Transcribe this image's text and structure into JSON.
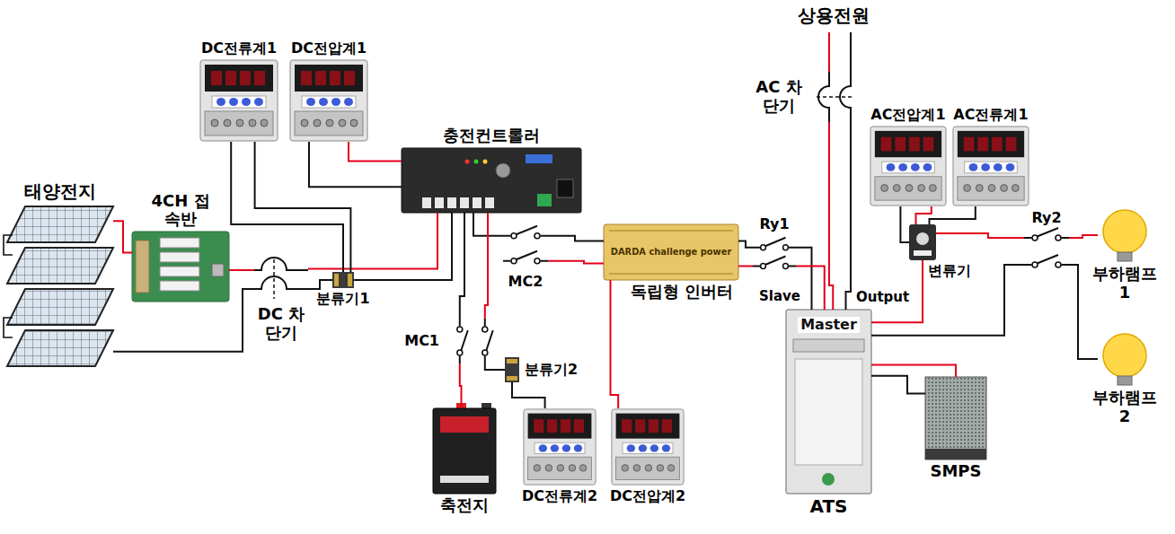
{
  "diagram": {
    "nodes": [
      {
        "text": [
          "태양전지"
        ]
      },
      {
        "text": [
          "4CH 접속반"
        ]
      },
      {
        "text": [
          "DC 차단기"
        ]
      },
      {
        "text": [
          "분류기1"
        ]
      },
      {
        "text": [
          "DC전류계1"
        ]
      },
      {
        "text": [
          "DC전압계1"
        ]
      },
      {
        "text": [
          "충전컨트롤러"
        ]
      },
      {
        "text": [
          "MC2"
        ]
      },
      {
        "text": [
          "MC1"
        ]
      },
      {
        "text": [
          "분류기2"
        ]
      },
      {
        "text": [
          "축전지"
        ]
      },
      {
        "text": [
          "DC전류계2"
        ]
      },
      {
        "text": [
          "DC전압계2"
        ]
      },
      {
        "text": [
          "독립형 인버터",
          "DARDA challenge power"
        ]
      },
      {
        "text": [
          "Ry1"
        ]
      },
      {
        "text": [
          "AC 차단기"
        ]
      },
      {
        "text": [
          "Master",
          "ATS"
        ]
      },
      {
        "text": [
          "AC전압계1"
        ]
      },
      {
        "text": [
          "AC전류계1"
        ]
      },
      {
        "text": [
          "변류기"
        ]
      },
      {
        "text": [
          "Ry2"
        ]
      },
      {
        "text": [
          "SMPS"
        ]
      },
      {
        "text": [
          "부하램프 1"
        ]
      },
      {
        "text": [
          "부하램프 2"
        ]
      }
    ],
    "edges": [
      {
        "from": 0,
        "to": 1,
        "arrow": "none"
      },
      {
        "from": 0,
        "to": 2,
        "arrow": "none"
      },
      {
        "from": 1,
        "to": 2,
        "arrow": "none"
      },
      {
        "from": 2,
        "to": 3,
        "arrow": "none"
      },
      {
        "from": 2,
        "to": 6,
        "arrow": "none"
      },
      {
        "from": 3,
        "to": 6,
        "arrow": "none"
      },
      {
        "from": 3,
        "to": 4,
        "arrow": "none"
      },
      {
        "from": 3,
        "to": 4,
        "arrow": "none"
      },
      {
        "from": 5,
        "to": 6,
        "arrow": "none"
      },
      {
        "from": 5,
        "to": 6,
        "arrow": "none"
      },
      {
        "from": 6,
        "to": 7,
        "arrow": "none"
      },
      {
        "from": 6,
        "to": 8,
        "arrow": "none"
      },
      {
        "from": 6,
        "to": 8,
        "arrow": "none"
      },
      {
        "from": 7,
        "to": 13,
        "arrow": "none"
      },
      {
        "from": 7,
        "to": 13,
        "arrow": "none"
      },
      {
        "from": 8,
        "to": 10,
        "arrow": "none"
      },
      {
        "from": 8,
        "to": 9,
        "arrow": "none"
      },
      {
        "from": 9,
        "to": 11,
        "arrow": "none"
      },
      {
        "from": 13,
        "to": 12,
        "arrow": "none"
      },
      {
        "from": 13,
        "to": 14,
        "arrow": "none"
      },
      {
        "from": 13,
        "to": 14,
        "arrow": "none"
      },
      {
        "from": 14,
        "to": 16,
        "arrow": "none"
      },
      {
        "from": 14,
        "to": 16,
        "arrow": "none"
      },
      {
        "from": 15,
        "to": 16,
        "arrow": "none"
      },
      {
        "from": 15,
        "to": 16,
        "arrow": "none"
      },
      {
        "from": 16,
        "to": 19,
        "arrow": "none"
      },
      {
        "from": 16,
        "to": 20,
        "arrow": "none"
      },
      {
        "from": 16,
        "to": 21,
        "arrow": "none"
      },
      {
        "from": 16,
        "to": 21,
        "arrow": "none"
      },
      {
        "from": 17,
        "to": 19,
        "arrow": "none"
      },
      {
        "from": 17,
        "to": 19,
        "arrow": "none"
      },
      {
        "from": 18,
        "to": 19,
        "arrow": "none"
      },
      {
        "from": 19,
        "to": 20,
        "arrow": "none"
      },
      {
        "from": 20,
        "to": 22,
        "arrow": "none"
      },
      {
        "from": 20,
        "to": 23,
        "arrow": "none"
      }
    ],
    "labels": [
      "상용전원",
      "Slave",
      "Output"
    ]
  }
}
